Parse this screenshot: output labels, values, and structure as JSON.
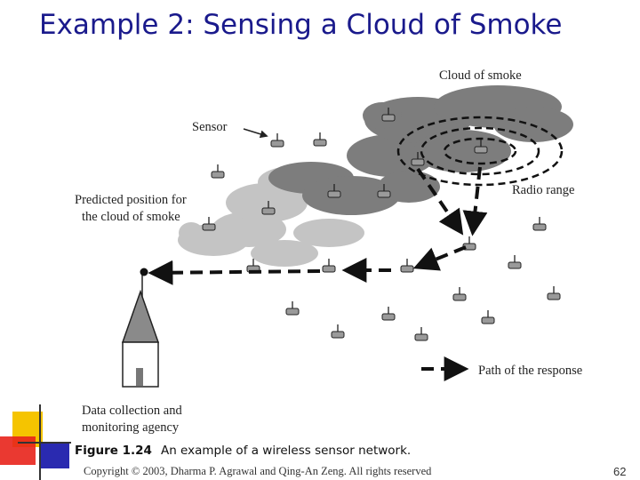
{
  "slide": {
    "title": "Example 2: Sensing a Cloud of Smoke",
    "copyright": "Copyright © 2003, Dharma P. Agrawal and Qing-An Zeng. All rights reserved",
    "page_number": "62"
  },
  "figure": {
    "labels": {
      "cloud": "Cloud of smoke",
      "sensor": "Sensor",
      "predicted_line1": "Predicted position for",
      "predicted_line2": "the cloud of smoke",
      "radio_range": "Radio range",
      "path": "Path of the response",
      "station_line1": "Data collection and",
      "station_line2": "monitoring agency"
    },
    "caption_number": "Figure 1.24",
    "caption_text": "An example of a wireless sensor network.",
    "colors": {
      "cloud": "#7d7d7d",
      "predicted_cloud": "#c4c4c4",
      "ink": "#111111",
      "title": "#1a1a8c"
    }
  }
}
